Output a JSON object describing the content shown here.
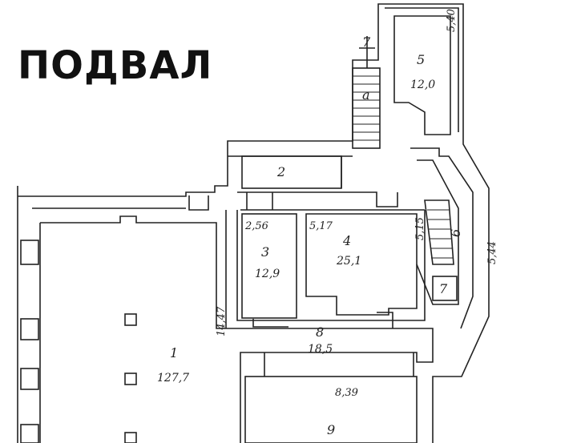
{
  "title": "ПОДВАЛ",
  "colors": {
    "ink": "#222222",
    "paper": "#ffffff"
  },
  "rooms": [
    {
      "id": "1",
      "number": "1",
      "area": "127,7"
    },
    {
      "id": "2",
      "number": "2",
      "area": ""
    },
    {
      "id": "3",
      "number": "3",
      "area": "12,9"
    },
    {
      "id": "4",
      "number": "4",
      "area": "25,1"
    },
    {
      "id": "5",
      "number": "5",
      "area": "12,0"
    },
    {
      "id": "6",
      "number": "6",
      "area": ""
    },
    {
      "id": "7",
      "number": "7",
      "area": ""
    },
    {
      "id": "8",
      "number": "8",
      "area": "18,5"
    },
    {
      "id": "9",
      "number": "9",
      "area": ""
    },
    {
      "id": "a",
      "number": "а",
      "area": ""
    },
    {
      "id": "t",
      "number": "7",
      "area": ""
    }
  ],
  "dimensions": {
    "room1_height": "14,47",
    "room3_width": "2,56",
    "room4_width": "5,17",
    "room4_height": "5,15",
    "room5_height": "5,40",
    "room6_height": "5,44",
    "room9_width": "8,39"
  }
}
